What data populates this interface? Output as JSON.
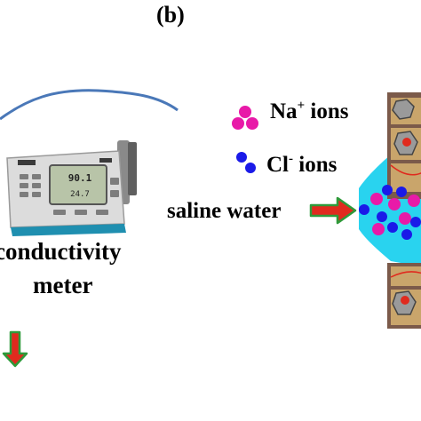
{
  "panel_label": "(b)",
  "meter": {
    "label_line1": "conductivity",
    "label_line2": "meter",
    "display_line1": "90.1",
    "display_line2": "24.7"
  },
  "legend": {
    "na": {
      "symbol": "Na",
      "charge": "+",
      "text": " ions",
      "color": "#e81aa8"
    },
    "cl": {
      "symbol": "Cl",
      "charge": "-",
      "text": " ions",
      "color": "#1a1ae8"
    }
  },
  "flow": {
    "label": "saline water",
    "arrow_color": "#e02a1e",
    "arrow_border": "#2e9a3a"
  },
  "colors": {
    "water": "#29d3ef",
    "membrane_frame": "#7b5a4a",
    "membrane_cell": "#c9a56b",
    "cable": "#4a78b8"
  }
}
